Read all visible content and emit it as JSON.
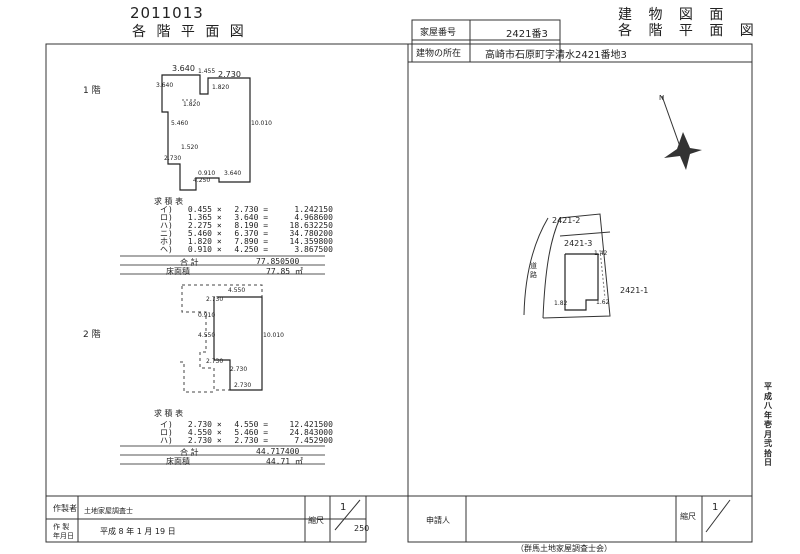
{
  "doc_id": "2011013",
  "left_title": "各 階 平 面 図",
  "header": {
    "house_no_label": "家屋番号",
    "house_no": "2421番3",
    "location_label": "建物の所在",
    "location": "高崎市石原町字清水2421番地3",
    "right_title_1": "建 物 図 面",
    "right_title_2": "各 階 平 面 図"
  },
  "floor1": {
    "label": "1 階",
    "dims": [
      "3.640",
      "1.455",
      "2.730",
      "3.640",
      "1.820",
      "1.820",
      "5.460",
      "10.010",
      "1.520",
      "2.730",
      "0.910",
      "3.640",
      "4.250"
    ],
    "area_title": "求 積 表",
    "rows": [
      {
        "k": "イ)",
        "a": "0.455",
        "b": "2.730",
        "r": "1.242150"
      },
      {
        "k": "ロ)",
        "a": "1.365",
        "b": "3.640",
        "r": "4.968600"
      },
      {
        "k": "ハ)",
        "a": "2.275",
        "b": "8.190",
        "r": "18.632250"
      },
      {
        "k": "ニ)",
        "a": "5.460",
        "b": "6.370",
        "r": "34.780200"
      },
      {
        "k": "ホ)",
        "a": "1.820",
        "b": "7.890",
        "r": "14.359800"
      },
      {
        "k": "ヘ)",
        "a": "0.910",
        "b": "4.250",
        "r": "3.867500"
      }
    ],
    "sum_label": "合 計",
    "sum": "77.850500",
    "floor_area_label": "床面積",
    "floor_area": "77.85 ㎡"
  },
  "floor2": {
    "label": "2 階",
    "dims": [
      "4.550",
      "2.730",
      "0.910",
      "4.550",
      "10.010",
      "2.730",
      "2.730",
      "2.730"
    ],
    "area_title": "求 積 表",
    "rows": [
      {
        "k": "イ)",
        "a": "2.730",
        "b": "4.550",
        "r": "12.421500"
      },
      {
        "k": "ロ)",
        "a": "4.550",
        "b": "5.460",
        "r": "24.843000"
      },
      {
        "k": "ハ)",
        "a": "2.730",
        "b": "2.730",
        "r": "7.452900"
      }
    ],
    "sum_label": "合 計",
    "sum": "44.717400",
    "floor_area_label": "床面積",
    "floor_area": "44.71 ㎡"
  },
  "site": {
    "lot_a": "2421-2",
    "lot_b": "2421-3",
    "lot_c": "2421-1",
    "road": "道 路",
    "dim_1": "1.42",
    "dim_2": "1.62",
    "dim_3": "1.82",
    "north": "N"
  },
  "side_note": [
    "平",
    "成",
    "八",
    "年",
    "壱",
    "月",
    "弐",
    "拾",
    "日"
  ],
  "footer": {
    "maker_label": "作製者",
    "maker": "土地家屋調査士",
    "date_label_1": "作 製",
    "date_label_2": "年月日",
    "date": "平成 8 年 1 月 19 日",
    "scale_label": "縮尺",
    "scale_value": "1",
    "scale_denom": "250",
    "applicant_label": "申請人",
    "scale_label_right": "縮尺",
    "scale_value_right": "1",
    "assoc": "（群馬土地家屋調査士会）"
  }
}
